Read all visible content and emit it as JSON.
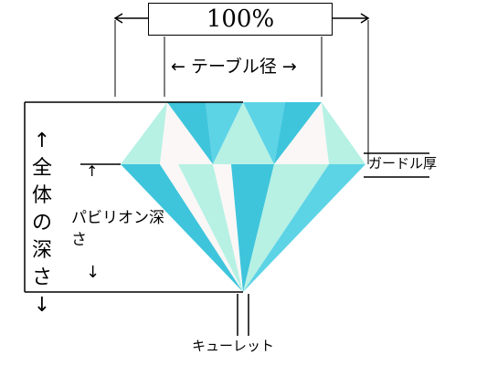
{
  "labels": {
    "percent": "100%",
    "table": "← テーブル径 →",
    "total_depth": "↑全体の深さ↓",
    "pavilion_depth": "パビリオン深さ",
    "pavilion_arrow_up": "↑",
    "pavilion_arrow_down": "↓",
    "girdle": "ガードル厚",
    "culet": "キューレット"
  },
  "colors": {
    "dark_cyan": "#3ec5dc",
    "mid_cyan": "#5dd3e6",
    "light_mint": "#b6f1e4",
    "pale_white": "#fbf7f6",
    "line": "#000000"
  }
}
